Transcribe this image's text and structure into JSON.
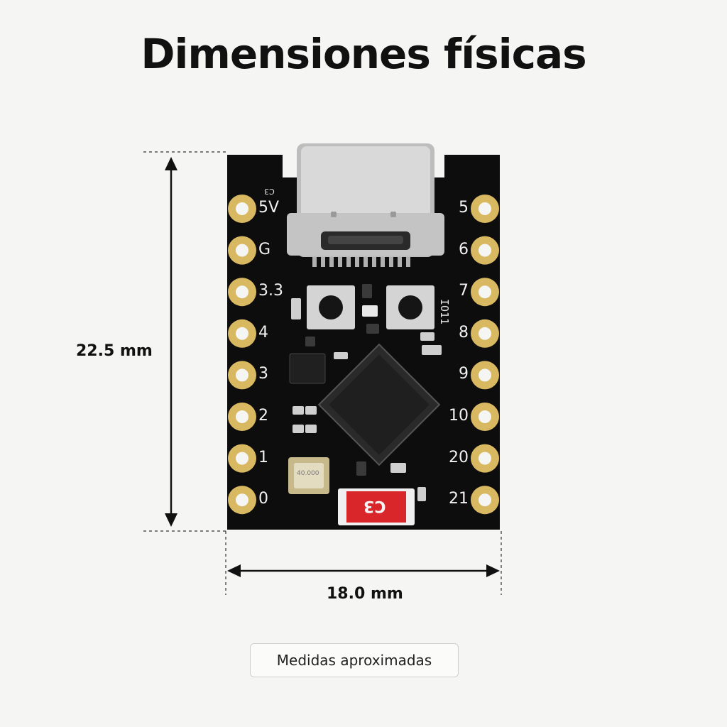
{
  "title": "Dimensiones físicas",
  "dimensions": {
    "height_label": "22.5 mm",
    "width_label": "18.0 mm"
  },
  "board": {
    "left_pins": [
      "5V",
      "G",
      "3.3",
      "4",
      "3",
      "2",
      "1",
      "0"
    ],
    "right_pins": [
      "5",
      "6",
      "7",
      "8",
      "9",
      "10",
      "20",
      "21"
    ],
    "silkscreen_top": "C3",
    "silkscreen_io": "IO11",
    "antenna_label": "C3",
    "crystal_label": "40.000"
  },
  "footer": {
    "note": "Medidas aproximadas"
  },
  "colors": {
    "pcb": "#0d0d0d",
    "gold": "#d8b860",
    "silkscreen": "#e8e8e8",
    "antenna": "#d9262b",
    "usb_metal": "#c9c9c9"
  }
}
